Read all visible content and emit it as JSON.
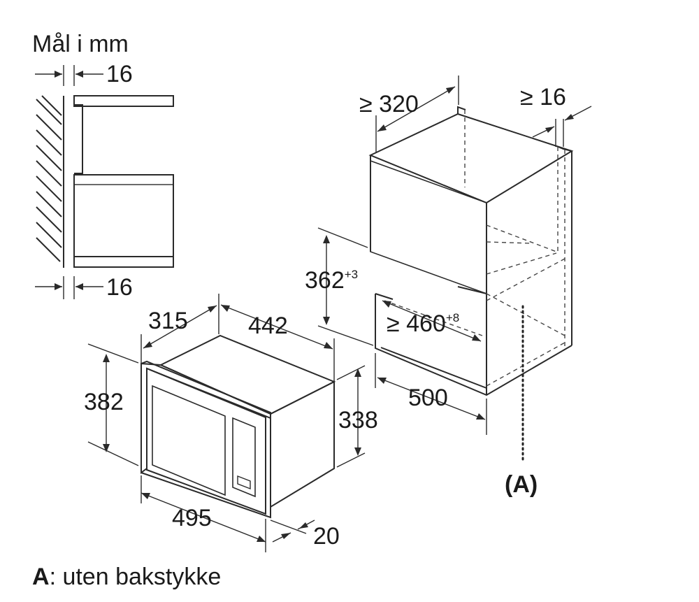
{
  "header": {
    "title": "Mål i mm"
  },
  "side_view": {
    "gap_top": "16",
    "gap_bottom": "16"
  },
  "appliance": {
    "depth": "315",
    "depth_front": "442",
    "height_outer": "382",
    "height_body": "338",
    "width": "495",
    "frame": "20"
  },
  "cabinet": {
    "depth_min": "≥ 320",
    "side_gap_min": "≥ 16",
    "niche_height": "362",
    "niche_height_tol": "+3",
    "niche_width": "≥ 460",
    "niche_width_tol": "+8",
    "depth": "500",
    "marker": "(A)"
  },
  "footnote": {
    "key": "A",
    "text": ": uten bakstykke"
  }
}
